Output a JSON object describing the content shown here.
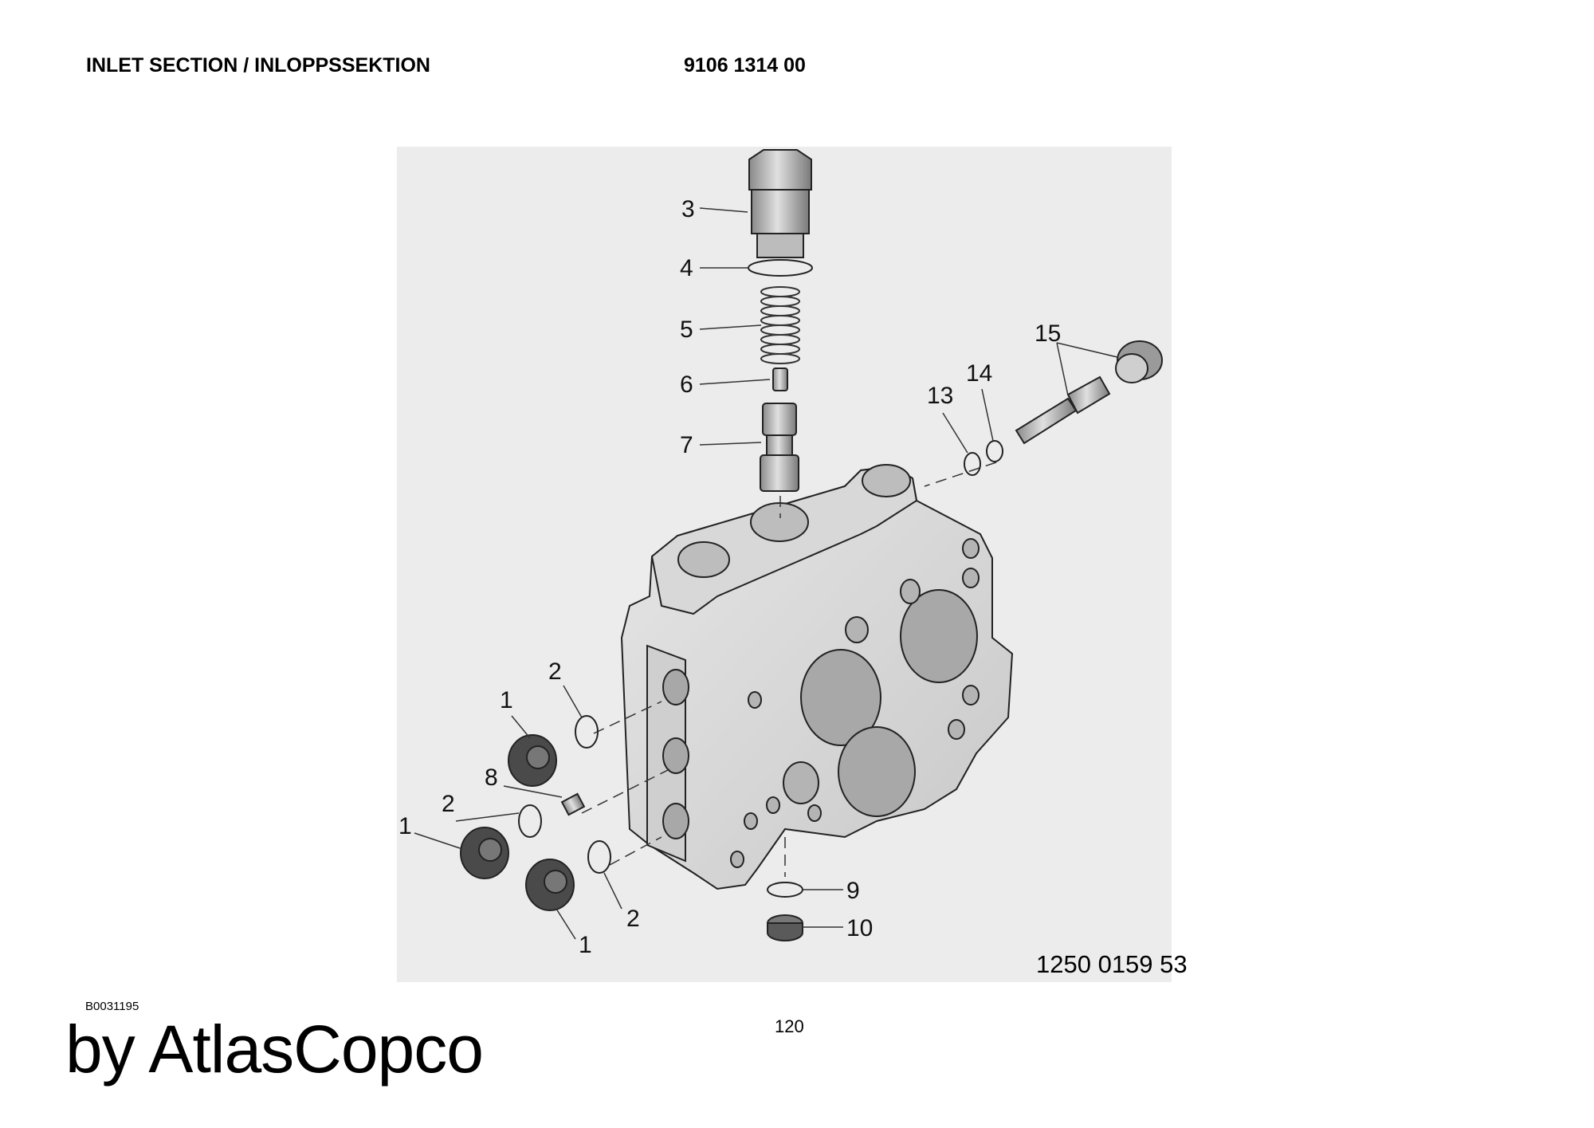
{
  "header": {
    "title": "INLET SECTION / INLOPPSSEKTION",
    "part_number": "9106 1314 00"
  },
  "figure": {
    "callouts": {
      "c3": "3",
      "c4": "4",
      "c5": "5",
      "c6": "6",
      "c7": "7",
      "c13": "13",
      "c14": "14",
      "c15": "15",
      "c1a": "1",
      "c2a": "2",
      "c8": "8",
      "c2b": "2",
      "c1b": "1",
      "c1c": "1",
      "c2c": "2",
      "c9": "9",
      "c10": "10"
    },
    "drawing_number": "1250 0159 53"
  },
  "footer": {
    "image_ref": "B0031195",
    "page_number": "120",
    "brand": "by AtlasCopco"
  }
}
